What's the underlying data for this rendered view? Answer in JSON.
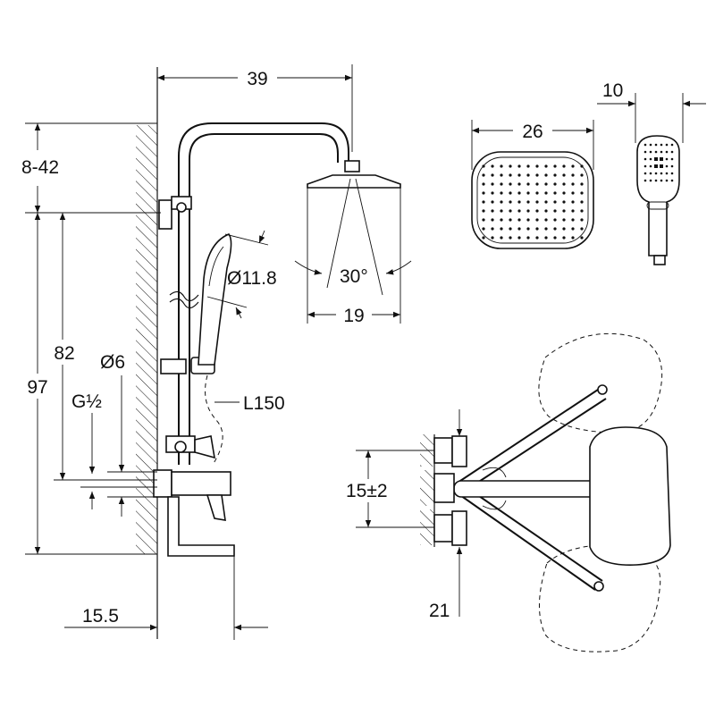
{
  "dimensions": {
    "width_top": "39",
    "adjust_range": "8-42",
    "total_height": "97",
    "inner_height": "82",
    "hand_shower_dia": "Ø11.8",
    "rail_dia": "Ø6",
    "thread": "G½",
    "hose_length": "L150",
    "spray_angle": "30°",
    "head_width": "19",
    "wall_offset": "15.5",
    "head_shower_width": "26",
    "hand_shower_depth": "10",
    "connection_distance": "15±2",
    "mixer_depth": "21"
  }
}
